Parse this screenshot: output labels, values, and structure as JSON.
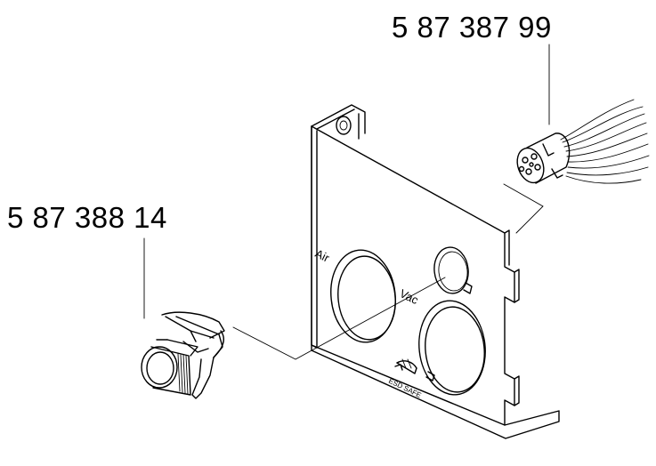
{
  "parts": [
    {
      "part_number": "5 87 387 99",
      "description": "connector-with-wires"
    },
    {
      "part_number": "5 87 388 14",
      "description": "fitting-bushing"
    }
  ],
  "panel_labels": {
    "air": "Air",
    "vac": "Vac",
    "esd": "ESD SAFE"
  }
}
